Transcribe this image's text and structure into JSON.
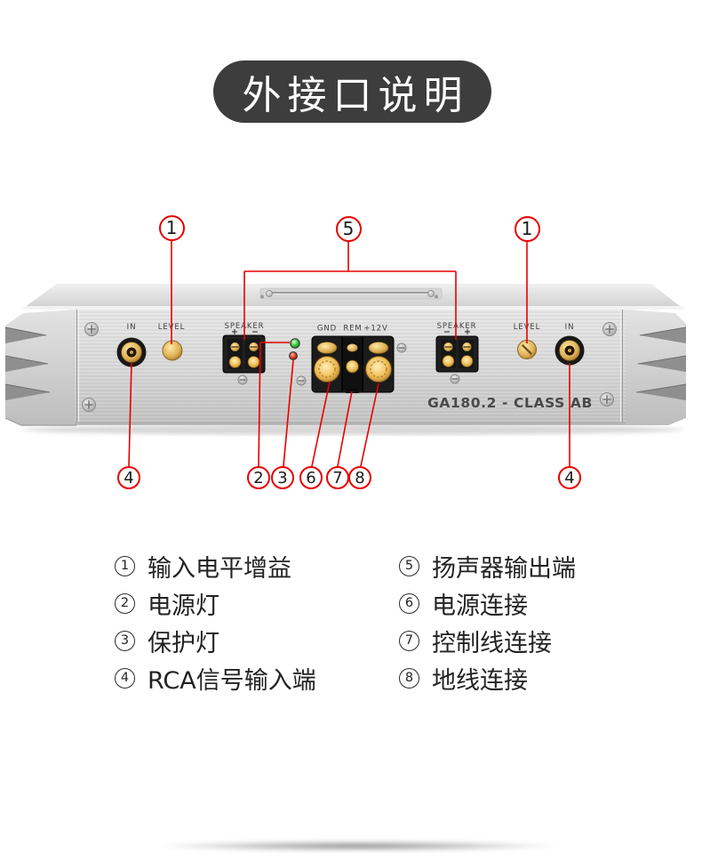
{
  "header": {
    "title": "外接口说明"
  },
  "amplifier": {
    "model": "GA180.2 - CLASS AB",
    "labels": {
      "in_left": "IN",
      "level_left": "LEVEL",
      "speaker_left": "SPEAKER",
      "gnd": "GND",
      "rem": "REM",
      "plus12v": "+12V",
      "speaker_right": "SPEAKER",
      "level_right": "LEVEL",
      "in_right": "IN",
      "plus": "+",
      "minus": "−"
    }
  },
  "callouts": {
    "top": [
      {
        "num": "1"
      },
      {
        "num": "5"
      },
      {
        "num": "1"
      }
    ],
    "bottom": [
      {
        "num": "4"
      },
      {
        "num": "2"
      },
      {
        "num": "3"
      },
      {
        "num": "6"
      },
      {
        "num": "7"
      },
      {
        "num": "8"
      },
      {
        "num": "4"
      }
    ]
  },
  "legend": {
    "left": [
      {
        "num": "1",
        "label": "输入电平增益"
      },
      {
        "num": "2",
        "label": "电源灯"
      },
      {
        "num": "3",
        "label": "保护灯"
      },
      {
        "num": "4",
        "label": "RCA信号输入端"
      }
    ],
    "right": [
      {
        "num": "5",
        "label": "扬声器输出端"
      },
      {
        "num": "6",
        "label": "电源连接"
      },
      {
        "num": "7",
        "label": "控制线连接"
      },
      {
        "num": "8",
        "label": "地线连接"
      }
    ]
  },
  "colors": {
    "callout_red": "#e80000",
    "title_badge_bg": "#3d3d3d",
    "gold": "#d2a04a",
    "led_green": "#35c435",
    "led_red": "#d43a22"
  }
}
